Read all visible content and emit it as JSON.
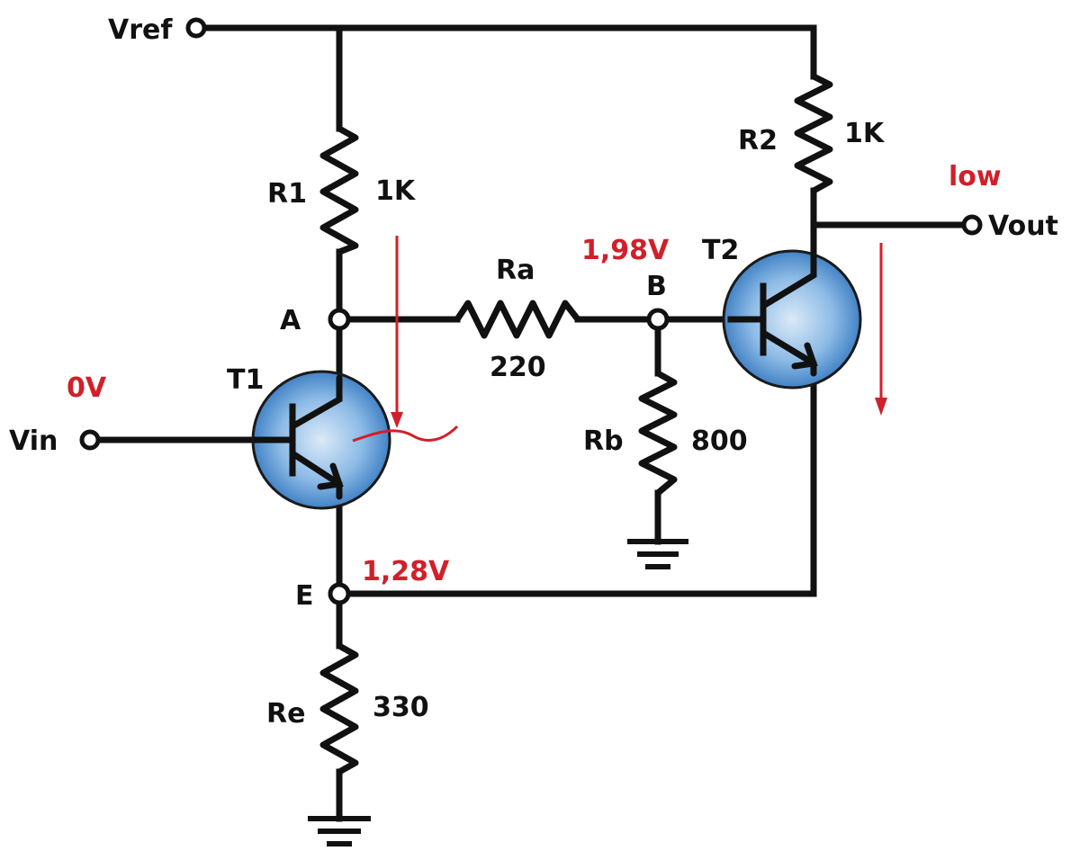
{
  "terminals": {
    "vref": "Vref",
    "vin": "Vin",
    "vout": "Vout"
  },
  "nodes": {
    "a": "A",
    "b": "B",
    "e": "E"
  },
  "transistors": {
    "t1": "T1",
    "t2": "T2"
  },
  "resistors": {
    "r1": {
      "name": "R1",
      "value": "1K"
    },
    "r2": {
      "name": "R2",
      "value": "1K"
    },
    "ra": {
      "name": "Ra",
      "value": "220"
    },
    "rb": {
      "name": "Rb",
      "value": "800"
    },
    "re": {
      "name": "Re",
      "value": "330"
    }
  },
  "annotations": {
    "vin_voltage": "0V",
    "b_voltage": "1,98V",
    "e_voltage": "1,28V",
    "out_state": "low"
  },
  "colors": {
    "wire": "#111111",
    "annotation": "#d0202a",
    "transistor_fill_center": "#cfe3f7",
    "transistor_fill_edge": "#2f7ac4"
  }
}
